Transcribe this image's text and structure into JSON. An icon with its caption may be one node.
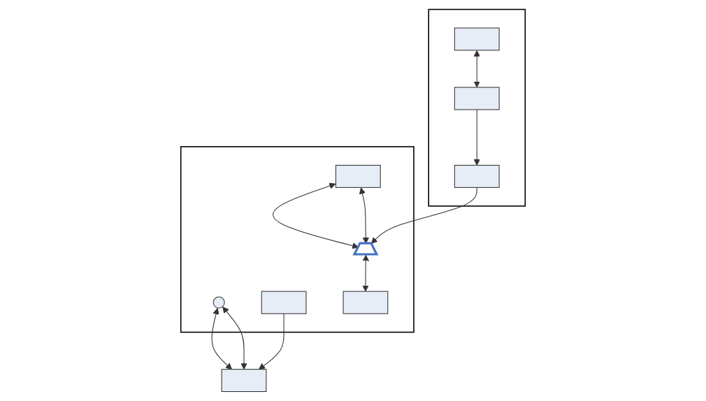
{
  "diagram": {
    "nodes": [
      {
        "text": [],
        "shape": "box"
      },
      {
        "text": [],
        "shape": "ellipse",
        "in": 0
      },
      {
        "text": [],
        "shape": "box"
      },
      {
        "text": [],
        "shape": "box",
        "in": 2
      },
      {
        "text": [],
        "shape": "bar"
      },
      {
        "text": [],
        "shape": "box",
        "in": 2
      },
      {
        "text": [],
        "shape": "box",
        "in": 0
      },
      {
        "text": [],
        "shape": "bar",
        "in": 0
      },
      {
        "text": [],
        "shape": "trapezoid",
        "in": 0
      },
      {
        "text": [],
        "shape": "box",
        "in": 2
      },
      {
        "text": [],
        "shape": "box",
        "in": 0
      }
    ],
    "edges": [
      {
        "from": 1,
        "to": 4,
        "arrow": "both"
      },
      {
        "from": 1,
        "to": 4,
        "arrow": "both"
      },
      {
        "from": 3,
        "to": 5,
        "arrow": "both"
      },
      {
        "from": 6,
        "to": 8,
        "arrow": "both"
      },
      {
        "from": 6,
        "to": 8,
        "arrow": "both"
      },
      {
        "from": 8,
        "to": 10,
        "arrow": "both"
      },
      {
        "from": 5,
        "to": 9,
        "arrow": "to"
      },
      {
        "from": 9,
        "to": 8,
        "arrow": "to"
      },
      {
        "from": 7,
        "to": 4,
        "arrow": "to"
      }
    ]
  }
}
